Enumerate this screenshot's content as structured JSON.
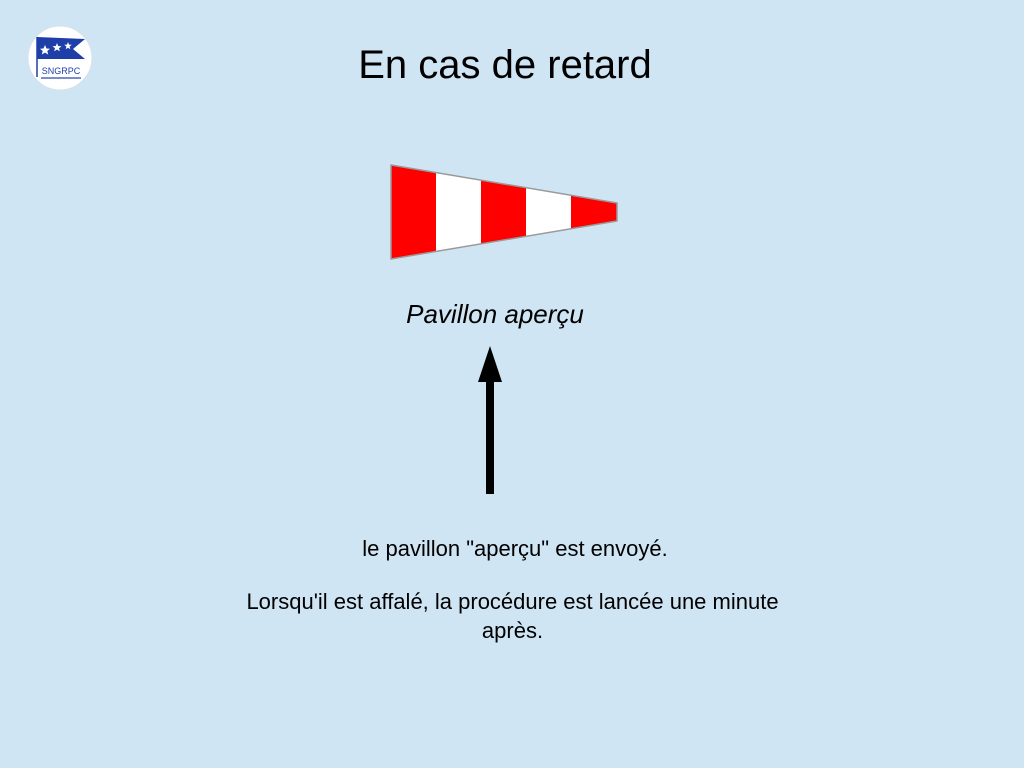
{
  "slide": {
    "background_color": "#cfe5f4",
    "title": "En cas de retard",
    "logo": {
      "text": "SNGRPC",
      "icon": "club-burgee-logo-icon",
      "color": "#1f3fa8"
    },
    "flag": {
      "icon": "pennant-flag-icon",
      "stripe_colors": [
        "#ff0000",
        "#ffffff"
      ],
      "caption": "Pavillon aperçu"
    },
    "arrow": {
      "icon": "arrow-up-icon"
    },
    "text_line1": "le pavillon \"aperçu\" est envoyé.",
    "text_line2": "Lorsqu'il est affalé, la procédure est lancée une minute après."
  }
}
